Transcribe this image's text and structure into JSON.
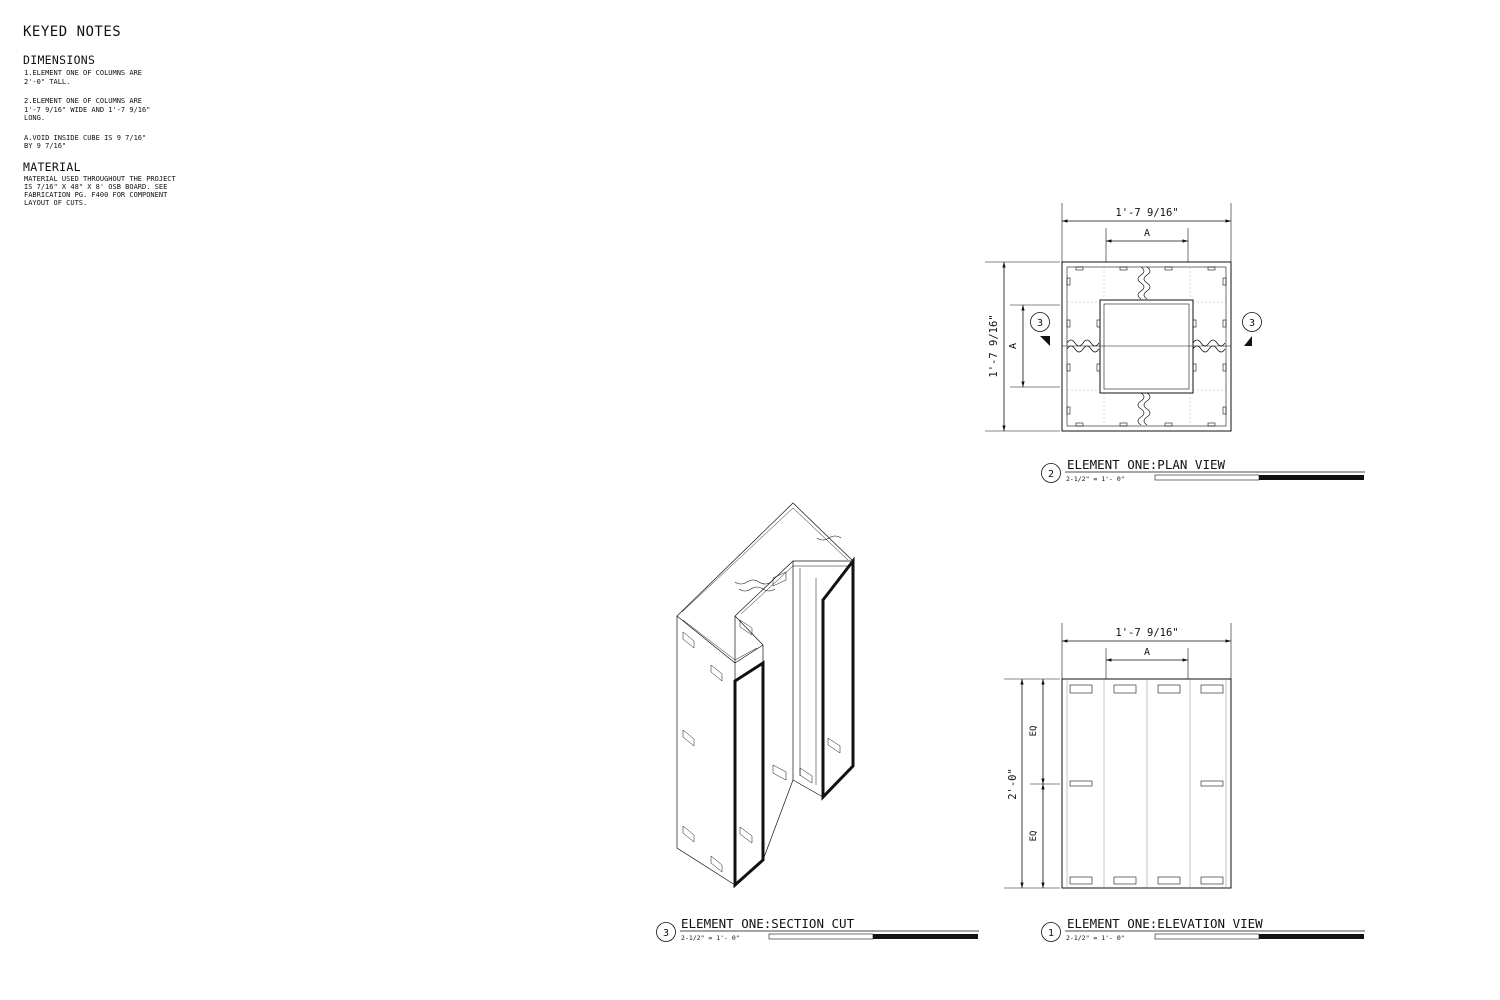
{
  "keyed_notes": {
    "heading": "KEYED NOTES",
    "dimensions_heading": "DIMENSIONS",
    "dimension_notes": [
      "1.ELEMENT ONE OF COLUMNS ARE\n  2'-0\" TALL.",
      "2.ELEMENT ONE OF COLUMNS ARE\n  1'-7 9/16\" WIDE AND 1'-7 9/16\"\n  LONG.",
      "A.VOID INSIDE CUBE IS 9 7/16\"\n  BY 9 7/16\""
    ],
    "material_heading": "MATERIAL",
    "material_text": "MATERIAL USED THROUGHOUT THE PROJECT\nIS 7/16\" X 48\" X 8' OSB BOARD. SEE\nFABRICATION PG. F400 FOR COMPONENT\nLAYOUT OF CUTS."
  },
  "plan_view": {
    "dim_width": "1'-7 9/16\"",
    "dim_void_top": "A",
    "dim_length": "1'-7 9/16\"",
    "dim_void_side": "A",
    "section_marker": "3",
    "title_number": "2",
    "title": "ELEMENT ONE:PLAN VIEW",
    "scale": "2-1/2\" = 1'- 0\""
  },
  "section_cut": {
    "title_number": "3",
    "title": "ELEMENT ONE:SECTION CUT",
    "scale": "2-1/2\" = 1'- 0\""
  },
  "elevation_view": {
    "dim_width": "1'-7 9/16\"",
    "dim_void_top": "A",
    "dim_height": "2'-0\"",
    "dim_eq": "EQ",
    "title_number": "1",
    "title": "ELEMENT ONE:ELEVATION VIEW",
    "scale": "2-1/2\" = 1'- 0\""
  }
}
